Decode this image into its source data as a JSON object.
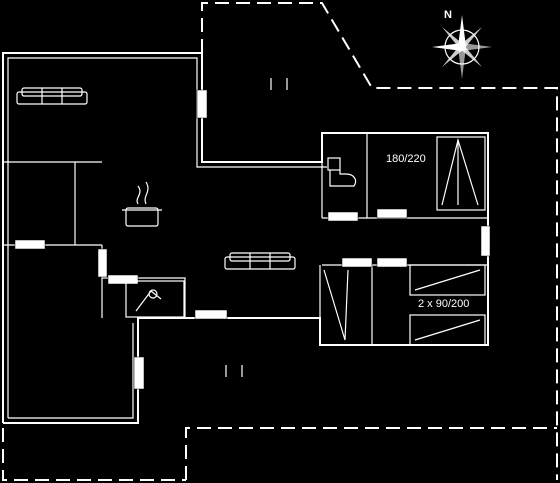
{
  "floorplan": {
    "rooms": {
      "bedroom_1": {
        "bed_label": "180/220"
      },
      "bedroom_2": {
        "bed_label": "2 x 90/200"
      }
    },
    "compass": {
      "north_label": "N"
    },
    "icons": {
      "sofa_living": "sofa-icon",
      "sofa_center": "sofa-icon",
      "kitchen": "cooking-pot-icon",
      "toilet": "toilet-icon",
      "shower": "shower-icon",
      "terrace_1": "terrace-mark-icon",
      "terrace_2": "terrace-mark-icon"
    }
  }
}
